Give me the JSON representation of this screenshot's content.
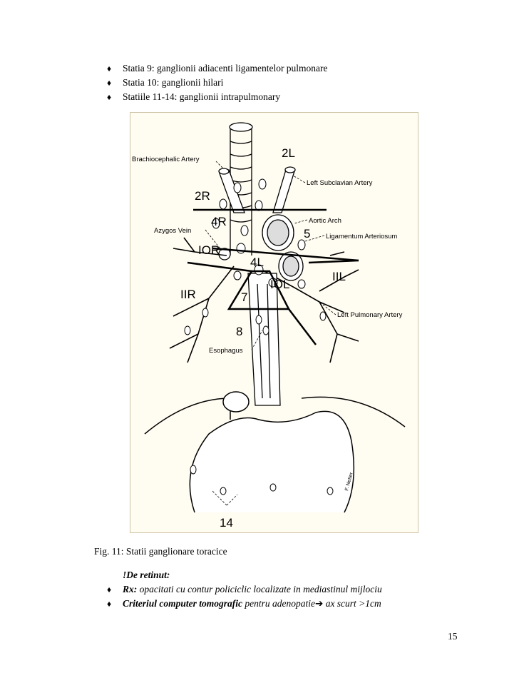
{
  "bullets": [
    {
      "icon": "diamond-bullet",
      "text": "Statia 9: ganglionii adiacenti ligamentelor pulmonare"
    },
    {
      "icon": "diamond-bullet",
      "text": "Statia 10: ganglionii hilari"
    },
    {
      "icon": "diamond-bullet",
      "text": "Statiile 11-14: ganglionii intrapulmonary"
    }
  ],
  "figure": {
    "labels": {
      "brachiocephalic": "Brachiocephalic Artery",
      "left_subclavian": "Left Subclavian Artery",
      "aortic_arch": "Aortic Arch",
      "ligamentum": "Ligamentum Arteriosum",
      "azygos": "Azygos Vein",
      "left_pulmonary": "Left Pulmonary Artery",
      "esophagus": "Esophagus",
      "signature": "F. Netter"
    },
    "stations": {
      "s2l": "2L",
      "s2r": "2R",
      "s4r": "4R",
      "s5": "5",
      "s10r": "IOR",
      "s4l": "4L",
      "s10l": "IOL",
      "s11l": "IIL",
      "s11r": "IIR",
      "s7": "7",
      "s8": "8",
      "s14": "14"
    }
  },
  "caption": "Fig. 11: Statii ganglionare toracice",
  "note": {
    "title": "!De retinut:",
    "items": [
      {
        "bold": "Rx:",
        "text": " opacitati cu contur policiclic localizate in mediastinul mijlociu"
      },
      {
        "bold": "Criteriul computer tomografic",
        "text": " pentru adenopatie",
        "arrow": "➔",
        "tail": " ax scurt >1cm"
      }
    ]
  },
  "page_number": "15",
  "colors": {
    "figure_bg": "#fffcf1",
    "figure_border": "#cfc3a6"
  }
}
